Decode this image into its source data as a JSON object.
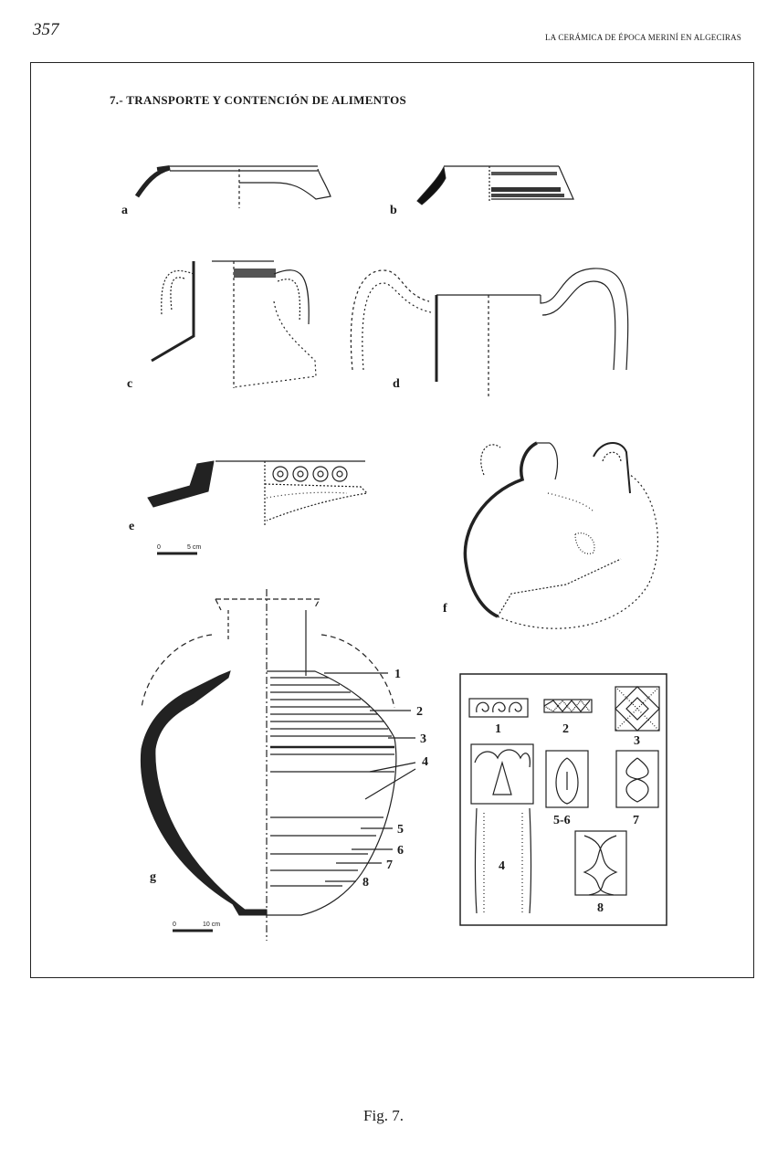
{
  "header": {
    "page_number": "357",
    "running_title": "LA CERÁMICA DE ÉPOCA MERINÍ EN ALGECIRAS"
  },
  "figure": {
    "section_title": "7.- TRANSPORTE Y CONTENCIÓN DE ALIMENTOS",
    "labels": {
      "a": "a",
      "b": "b",
      "c": "c",
      "d": "d",
      "e": "e",
      "f": "f",
      "g": "g"
    },
    "scale_small": {
      "zero": "0",
      "value": "5 cm"
    },
    "scale_large": {
      "zero": "0",
      "value": "10 cm"
    },
    "callouts": [
      "1",
      "2",
      "3",
      "4",
      "5",
      "6",
      "7",
      "8"
    ],
    "motifs": {
      "m1": "1",
      "m2": "2",
      "m3": "3",
      "m4": "4",
      "m56": "5-6",
      "m7": "7",
      "m8": "8"
    }
  },
  "caption": "Fig. 7."
}
